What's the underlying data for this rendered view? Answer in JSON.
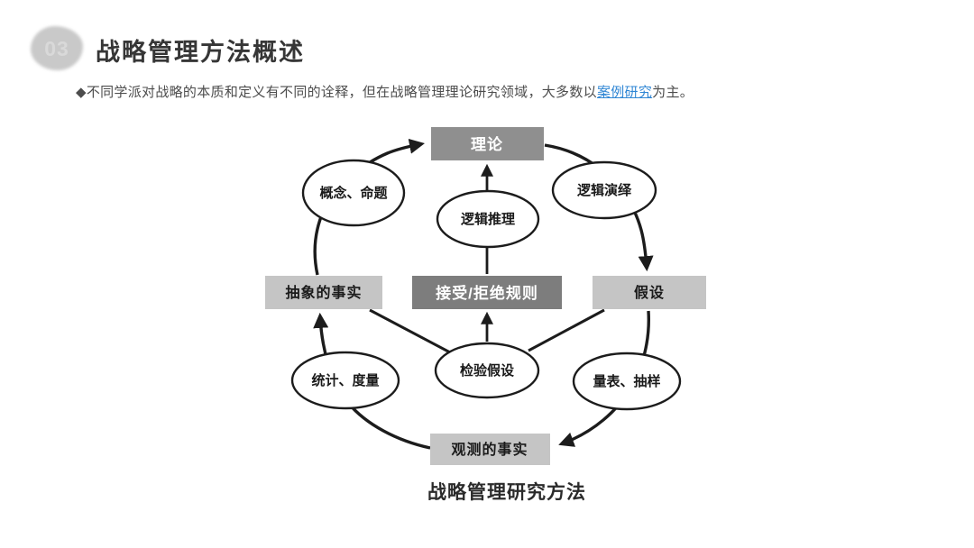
{
  "page": {
    "number": "03",
    "title": "战略管理方法概述"
  },
  "intro": {
    "text_before": "◆不同学派对战略的本质和定义有不同的诠释，但在战略管理理论研究领域，大多数以",
    "link": "案例研究",
    "text_after": "为主。"
  },
  "diagram": {
    "caption": "战略管理研究方法",
    "boxes": [
      {
        "id": "theory",
        "label": "理论",
        "style": "dark"
      },
      {
        "id": "abstract-facts",
        "label": "抽象的事实",
        "style": "light"
      },
      {
        "id": "accept-reject",
        "label": "接受/拒绝规则",
        "style": "dark"
      },
      {
        "id": "hypothesis",
        "label": "假设",
        "style": "light"
      },
      {
        "id": "observed-facts",
        "label": "观测的事实",
        "style": "light"
      }
    ],
    "ellipses": [
      {
        "id": "concepts",
        "label": "概念、命题"
      },
      {
        "id": "logical-reasoning",
        "label": "逻辑推理"
      },
      {
        "id": "logical-deduction",
        "label": "逻辑演绎"
      },
      {
        "id": "statistics",
        "label": "统计、度量"
      },
      {
        "id": "test-hypothesis",
        "label": "检验假设"
      },
      {
        "id": "scales-sampling",
        "label": "量表、抽样"
      }
    ],
    "colors": {
      "box_dark_theory": "#8f8f8f",
      "box_dark_rule": "#7d7d7d",
      "box_light": "#c5c5c5",
      "line": "#1c1c1c",
      "link_blue": "#2f86d4",
      "page_blob": "#c9c9c9"
    }
  }
}
